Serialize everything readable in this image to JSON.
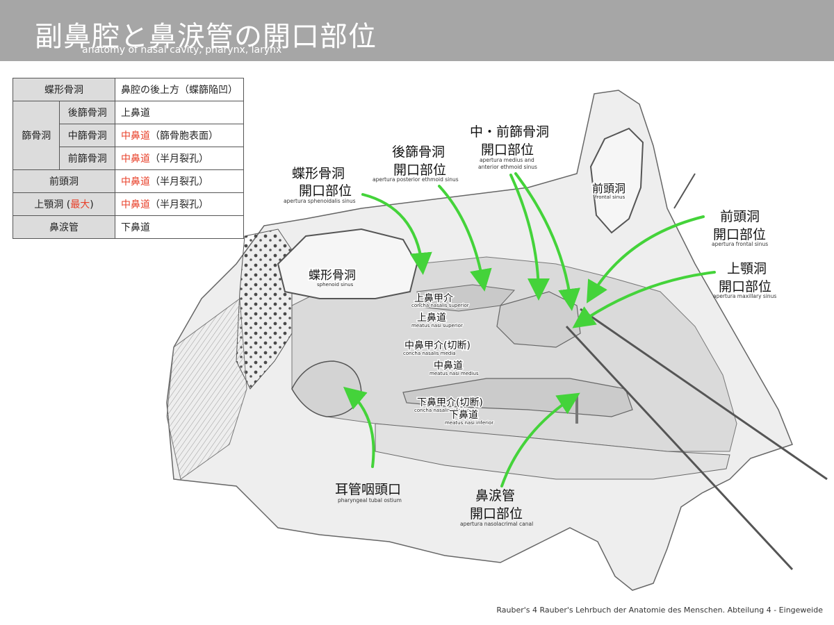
{
  "header": {
    "title": "副鼻腔と鼻涙管の開口部位",
    "subtitle": "anatomy of nasal cavity, pharynx, larynx"
  },
  "table": {
    "rows": [
      {
        "sinus": "蝶形骨洞",
        "opening": "鼻腔の後上方（蝶篩陥凹）"
      },
      {
        "group": "篩骨洞",
        "sinus": "後篩骨洞",
        "opening": "上鼻道"
      },
      {
        "group": "篩骨洞",
        "sinus": "中篩骨洞",
        "opening_red": "中鼻道",
        "opening": "（篩骨胞表面）"
      },
      {
        "group": "篩骨洞",
        "sinus": "前篩骨洞",
        "opening_red": "中鼻道",
        "opening": "（半月裂孔）"
      },
      {
        "sinus": "前頭洞",
        "opening_red": "中鼻道",
        "opening": "（半月裂孔）"
      },
      {
        "sinus": "上顎洞 (",
        "sinus_red": "最大",
        "sinus_after": ")",
        "opening_red": "中鼻道",
        "opening": "（半月裂孔）"
      },
      {
        "sinus": "鼻涙管",
        "opening": "下鼻道"
      }
    ]
  },
  "labels": {
    "sphenoid_opening": {
      "line1": "蝶形骨洞",
      "line2": "開口部位",
      "latin": "apertura sphenoidalis sinus"
    },
    "posterior_ethmoid_opening": {
      "line1": "後篩骨洞",
      "line2": "開口部位",
      "latin": "apertura posterior ethmoid sinus"
    },
    "middle_anterior_ethmoid_opening": {
      "line1": "中・前篩骨洞",
      "line2": "開口部位",
      "latin1": "apertura medius and",
      "latin2": "anterior ethmoid sinus"
    },
    "frontal_opening": {
      "line1": "前頭洞",
      "line2": "開口部位",
      "latin": "apertura frontal sinus"
    },
    "maxillary_opening": {
      "line1": "上顎洞",
      "line2": "開口部位",
      "latin": "apertura maxillary sinus"
    },
    "tubal_ostium": {
      "line1": "耳管咽頭口",
      "latin": "pharyngeal tubal ostium"
    },
    "nasolacrimal_opening": {
      "line1": "鼻涙管",
      "line2": "開口部位",
      "latin": "apertura nasolacrimal canal"
    },
    "sphenoid_sinus": {
      "jp": "蝶形骨洞",
      "latin": "sphenoid sinus"
    },
    "frontal_sinus": {
      "jp": "前頭洞",
      "latin": "frontal sinus"
    },
    "superior_concha": {
      "jp": "上鼻甲介",
      "latin": "concha nasalis superior"
    },
    "superior_meatus": {
      "jp": "上鼻道",
      "latin": "meatus nasi superior"
    },
    "middle_concha": {
      "jp": "中鼻甲介(切断)",
      "latin": "concha nasalis media"
    },
    "middle_meatus": {
      "jp": "中鼻道",
      "latin": "meatus nasi medius"
    },
    "inferior_concha": {
      "jp": "下鼻甲介(切断)",
      "latin": "concha nasalis inferior"
    },
    "inferior_meatus": {
      "jp": "下鼻道",
      "latin": "meatus nasi inferior"
    }
  },
  "colors": {
    "arrow": "#44d33a",
    "header_bg": "#a6a6a6",
    "accent_red": "#e8402a"
  },
  "credit": "Rauber's 4 Rauber's Lehrbuch der Anatomie des Menschen. Abteilung 4 - Eingeweide"
}
